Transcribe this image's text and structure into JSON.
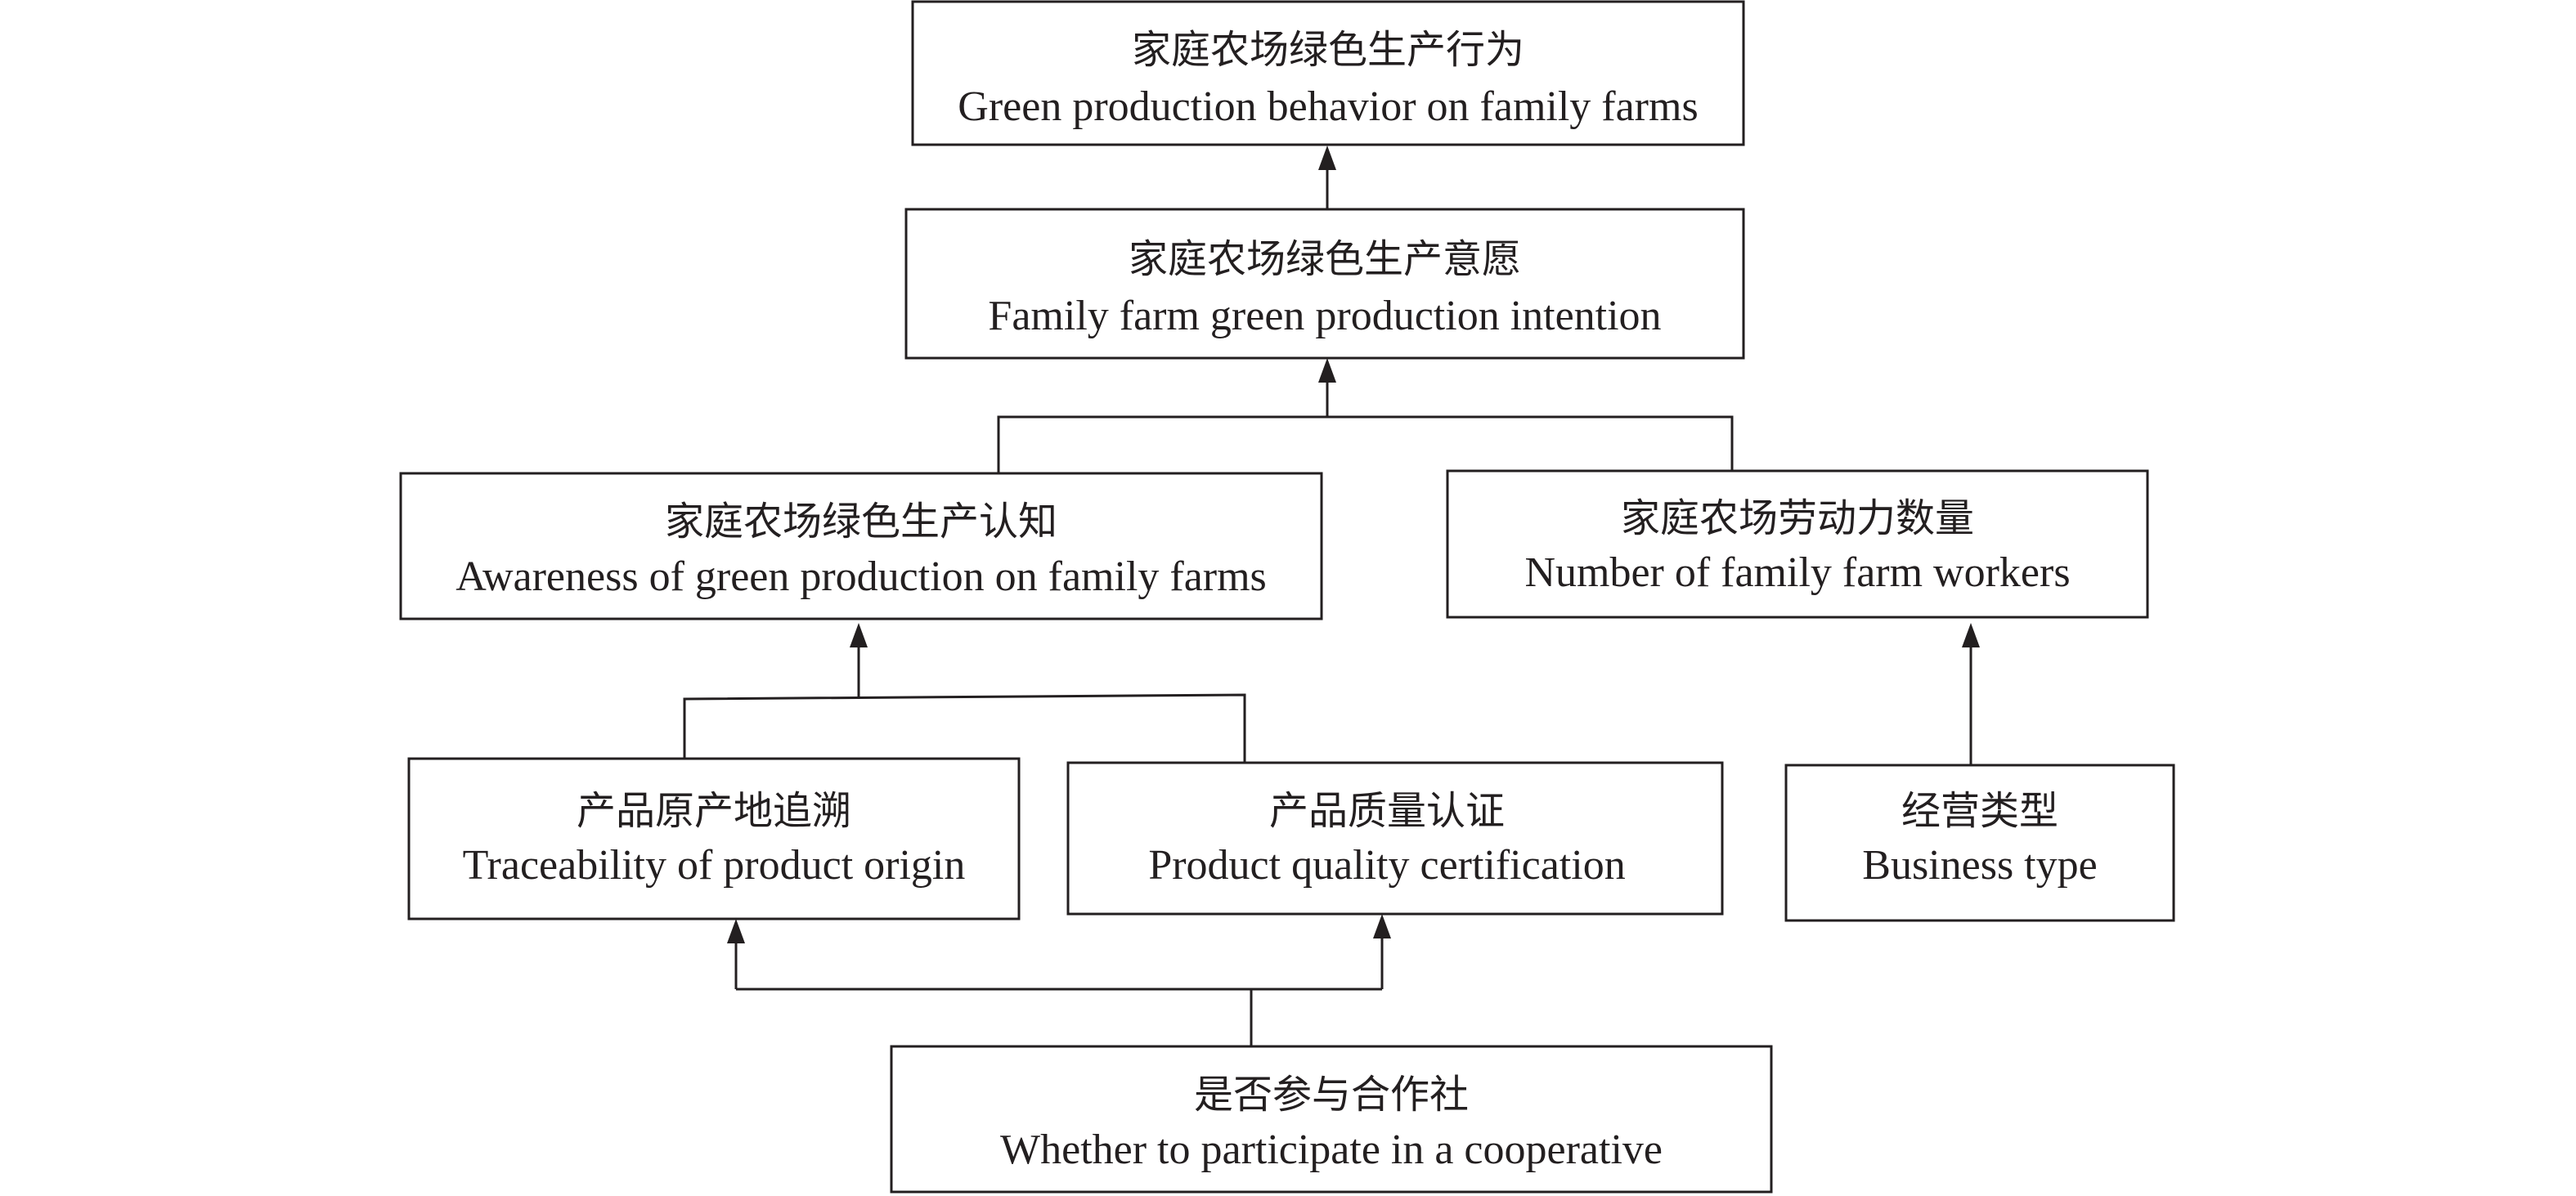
{
  "nodes": {
    "behavior": {
      "label_cn": "家庭农场绿色生产行为",
      "label_en": "Green production behavior on family farms"
    },
    "intention": {
      "label_cn": "家庭农场绿色生产意愿",
      "label_en": "Family farm green production intention"
    },
    "awareness": {
      "label_cn": "家庭农场绿色生产认知",
      "label_en": "Awareness of green production on family farms"
    },
    "workers": {
      "label_cn": "家庭农场劳动力数量",
      "label_en": "Number of family farm workers"
    },
    "traceability": {
      "label_cn": "产品原产地追溯",
      "label_en": "Traceability of product origin"
    },
    "certification": {
      "label_cn": "产品质量认证",
      "label_en": "Product quality certification"
    },
    "business_type": {
      "label_cn": "经营类型",
      "label_en": "Business type"
    },
    "cooperative": {
      "label_cn": "是否参与合作社",
      "label_en": "Whether to participate in a cooperative"
    }
  },
  "edges": [
    {
      "from": "intention",
      "to": "behavior"
    },
    {
      "from": "awareness",
      "to": "intention"
    },
    {
      "from": "workers",
      "to": "intention"
    },
    {
      "from": "traceability",
      "to": "awareness"
    },
    {
      "from": "certification",
      "to": "awareness"
    },
    {
      "from": "business_type",
      "to": "workers"
    },
    {
      "from": "cooperative",
      "to": "traceability"
    },
    {
      "from": "cooperative",
      "to": "certification"
    }
  ],
  "colors": {
    "line": "#231f20",
    "box_fill": "#ffffff",
    "background": "#ffffff"
  }
}
